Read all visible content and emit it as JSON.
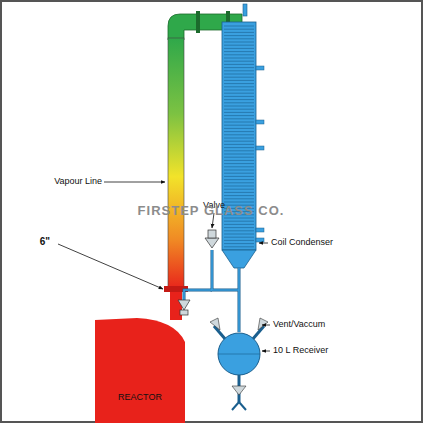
{
  "diagram": {
    "nodes": [
      {
        "text": [
          "REACTOR"
        ]
      }
    ],
    "labels": [
      "Vapour Line",
      "Valve",
      "Coil Condenser",
      "6\"",
      "Vent/Vaccum",
      "10 L Receiver",
      "FIRSTEP GLASS CO."
    ]
  }
}
